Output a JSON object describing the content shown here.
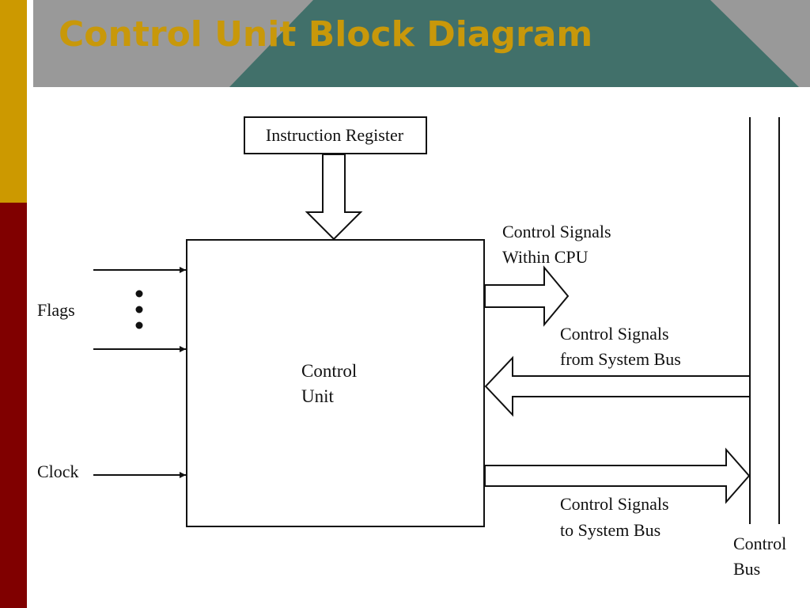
{
  "slide": {
    "title": "Control Unit Block Diagram",
    "colors": {
      "title": "#c8980a",
      "left_bar_gold": "#cc9900",
      "left_bar_maroon": "#800000",
      "header_gray": "#999999",
      "header_teal": "#41706a",
      "line": "#111111",
      "background": "#ffffff"
    }
  },
  "diagram": {
    "instruction_register": "Instruction Register",
    "control_unit": [
      "Control",
      "Unit"
    ],
    "flags": "Flags",
    "clock": "Clock",
    "signals_within_cpu": [
      "Control Signals",
      "Within CPU"
    ],
    "signals_from_bus": [
      "Control Signals",
      "from System Bus"
    ],
    "signals_to_bus": [
      "Control Signals",
      "to System Bus"
    ],
    "control_bus": [
      "Control",
      "Bus"
    ]
  }
}
